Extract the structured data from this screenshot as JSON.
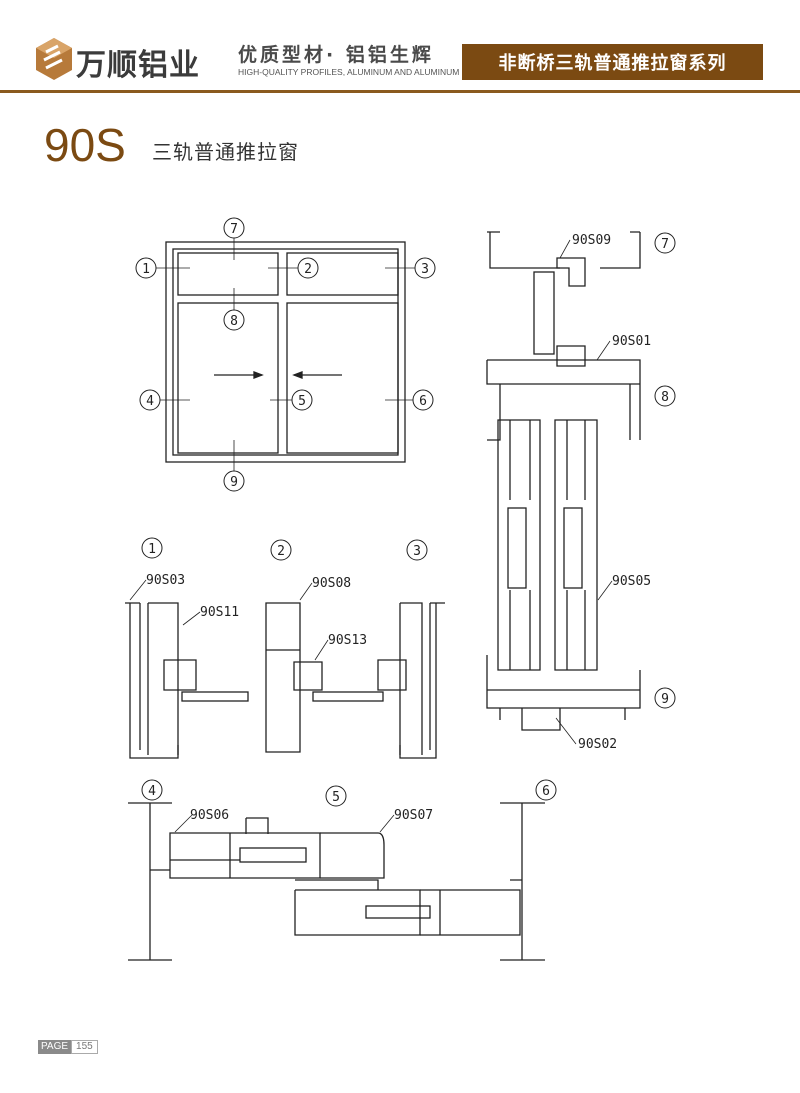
{
  "header": {
    "brand": "万顺铝业",
    "slogan": "优质型材· 铝铝生辉",
    "slogan_en": "HIGH-QUALITY PROFILES, ALUMINUM AND ALUMINUM",
    "series": "非断桥三轨普通推拉窗系列"
  },
  "title": {
    "model": "90S",
    "subtitle": "三轨普通推拉窗"
  },
  "elevation": {
    "markers": [
      "1",
      "2",
      "3",
      "4",
      "5",
      "6",
      "7",
      "8",
      "9"
    ]
  },
  "vertical_section": {
    "markers": [
      "7",
      "8",
      "9"
    ],
    "codes": [
      "90S09",
      "90S01",
      "90S05",
      "90S02"
    ]
  },
  "top_sections": {
    "markers": [
      "1",
      "2",
      "3"
    ],
    "codes": [
      "90S03",
      "90S11",
      "90S08",
      "90S13"
    ]
  },
  "bottom_sections": {
    "markers": [
      "4",
      "5",
      "6"
    ],
    "codes": [
      "90S06",
      "90S07"
    ]
  },
  "footer": {
    "page_label": "PAGE",
    "page_number": "155"
  },
  "colors": {
    "brand": "#7b4a12",
    "rule": "#8a5a1e"
  }
}
